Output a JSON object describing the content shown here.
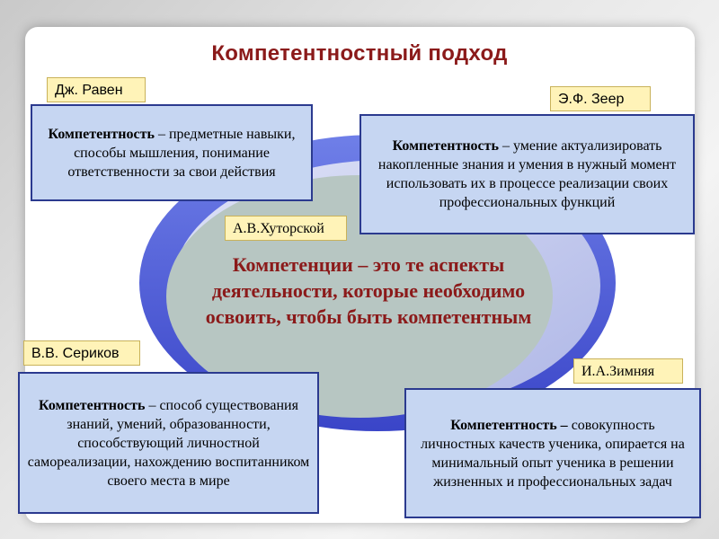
{
  "title": "Компетентностный подход",
  "center": "Компетенции – это те аспекты деятельности, которые необходимо освоить, чтобы быть компетентным",
  "authors": {
    "raven": "Дж. Равен",
    "zeer": "Э.Ф. Зеер",
    "khutorskoy": "А.В.Хуторской",
    "serikov": "В.В. Сериков",
    "zimnyaya": "И.А.Зимняя"
  },
  "definitions": {
    "term": "Компетентность",
    "raven": " – предметные навыки, способы мышления, понимание ответственности за свои действия",
    "zeer": " – умение актуализировать накопленные знания и умения в нужный момент использовать их в процессе реализации своих профессиональных функций",
    "serikov": " – способ существования знаний, умений, образованности, способствующий личностной самореализации, нахождению воспитанником своего места в мире",
    "zimnyaya_term": "Компетентность –",
    "zimnyaya": " совокупность личностных качеств ученика, опирается на минимальный опыт ученика в решении жизненных и профессиональных задач"
  },
  "colors": {
    "title": "#8b1a1a",
    "box_fill": "#c6d6f2",
    "box_border": "#2b3a8f",
    "label_fill": "#fff3b8"
  }
}
